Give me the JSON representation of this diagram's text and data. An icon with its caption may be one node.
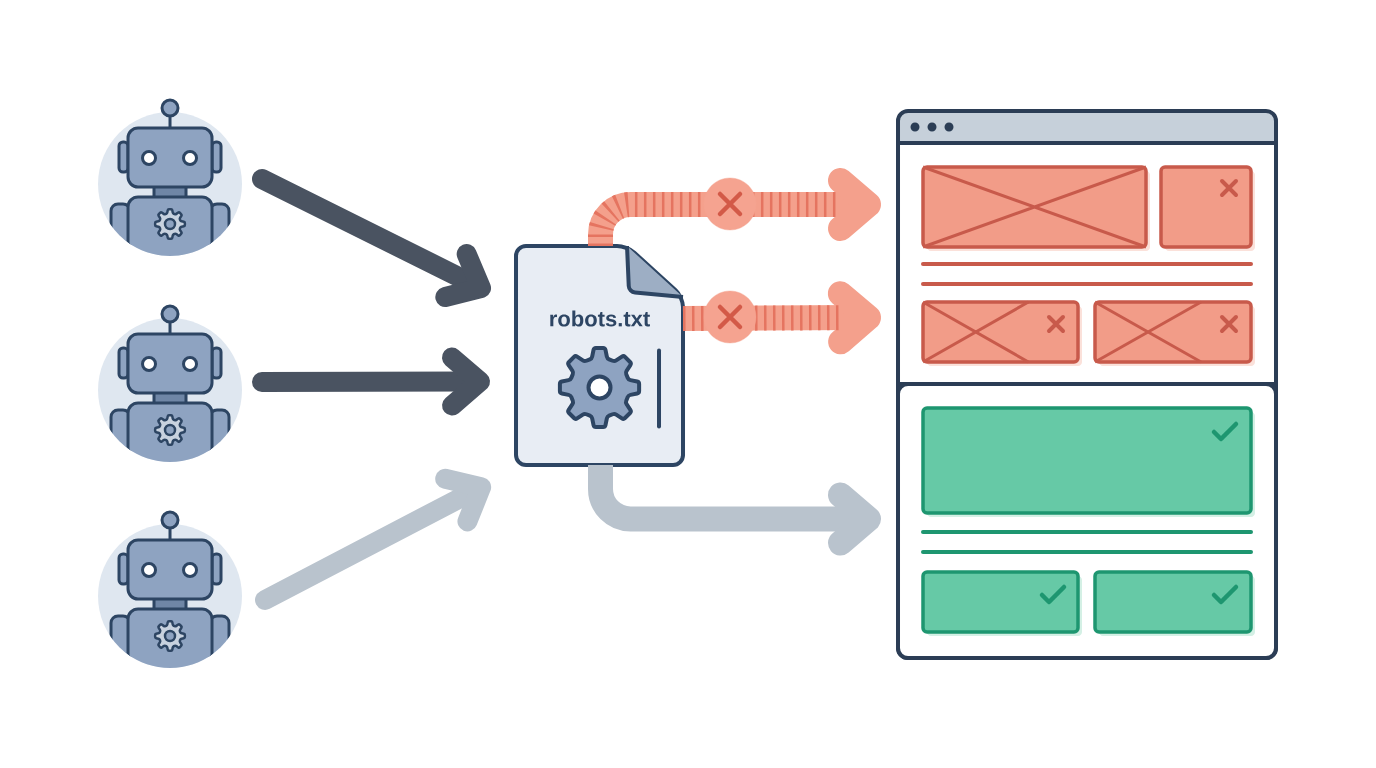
{
  "diagram": {
    "nodes": [
      {
        "text": [],
        "shape": "picture"
      },
      {
        "text": [],
        "shape": "picture"
      },
      {
        "text": [],
        "shape": "picture"
      },
      {
        "text": [
          "robots.txt"
        ]
      },
      {
        "text": [],
        "shape": "box"
      },
      {
        "text": [],
        "shape": "box",
        "in": 4
      },
      {
        "text": [],
        "shape": "box",
        "in": 4
      }
    ],
    "edges": [
      {
        "from": 0,
        "to": 3,
        "arrow": "to"
      },
      {
        "from": 1,
        "to": 3,
        "arrow": "to"
      },
      {
        "from": 2,
        "to": 3,
        "arrow": "to",
        "color": "#b9c3cd"
      },
      {
        "from": 3,
        "to": 5,
        "arrow": "to",
        "color": "#f4a08c"
      },
      {
        "from": 3,
        "to": 5,
        "arrow": "to",
        "color": "#f4a08c"
      },
      {
        "from": 3,
        "to": 6,
        "arrow": "to",
        "color": "#b9c3cd"
      }
    ]
  }
}
